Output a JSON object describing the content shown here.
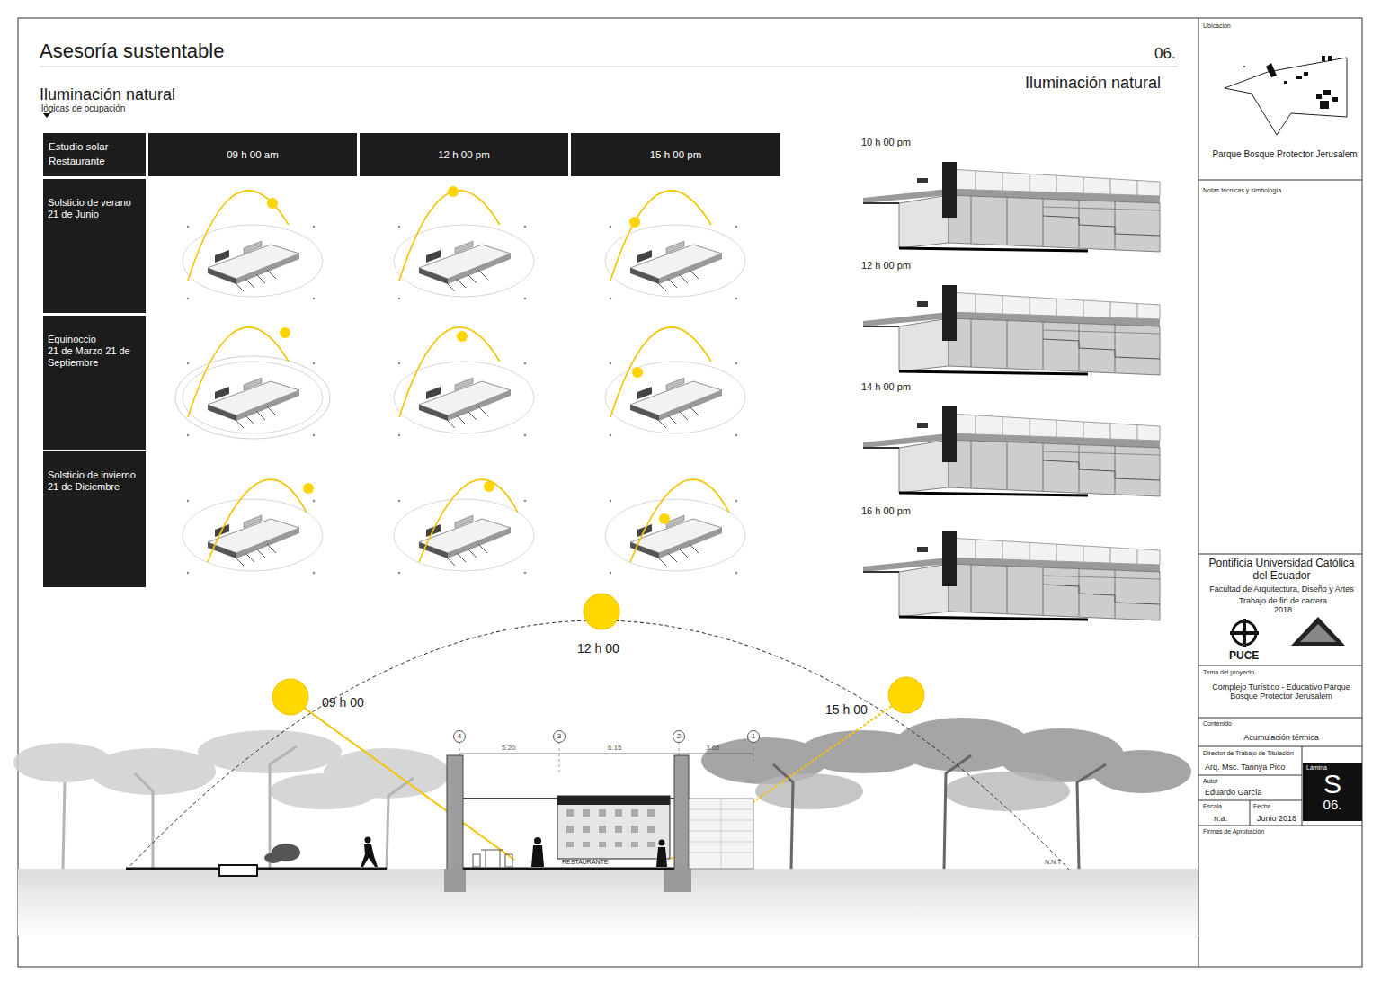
{
  "diagram": {
    "title": "Asesoría sustentable",
    "nodes": [
      {
        "text": [
          "Estudio solar Restaurante"
        ]
      },
      {
        "text": [
          "09 h 00 am"
        ]
      },
      {
        "text": [
          "12 h 00 pm"
        ]
      },
      {
        "text": [
          "15 h 00 pm"
        ]
      },
      {
        "text": [
          "Solsticio de verano",
          "21 de Junio"
        ]
      },
      {
        "text": [
          "Equinoccio",
          "21 de Marzo 21 de Septiembre"
        ]
      },
      {
        "text": [
          "Solsticio de invierno",
          "21 de Diciembre"
        ]
      },
      {
        "text": [
          "Lámina",
          "S",
          "06."
        ]
      }
    ],
    "labels": [
      "06.",
      "Iluminación natural",
      "lógicas de ocupación",
      "Iluminación natural",
      "10 h 00 pm",
      "12 h 00 pm",
      "14 h 00 pm",
      "16 h 00 pm",
      "12 h 00",
      "09 h 00",
      "15 h 00",
      "4",
      "3",
      "2",
      "1",
      "5.20",
      "6.15",
      "3.65",
      "RESTAURANTE",
      "N.N.T",
      "Ubicación",
      "Parque Bosque Protector Jerusalem",
      "Notas técnicas y simbología",
      "Pontificia Universidad Católica del Ecuador",
      "Facultad de Arquitectura, Diseño y Artes",
      "Trabajo de fin de carrera 2018",
      "PUCE",
      "Tema del proyecto",
      "Complejo Turístico - Educativo Parque Bosque Protector Jerusalem",
      "Contenido",
      "Acumulación térmica",
      "Director de Trabajo de Titulación",
      "Arq. Msc. Tannya Pico",
      "Autor",
      "Eduardo García",
      "Escala",
      "n.a.",
      "Fecha",
      "Junio 2018",
      "Firmas de Aprobación"
    ]
  }
}
